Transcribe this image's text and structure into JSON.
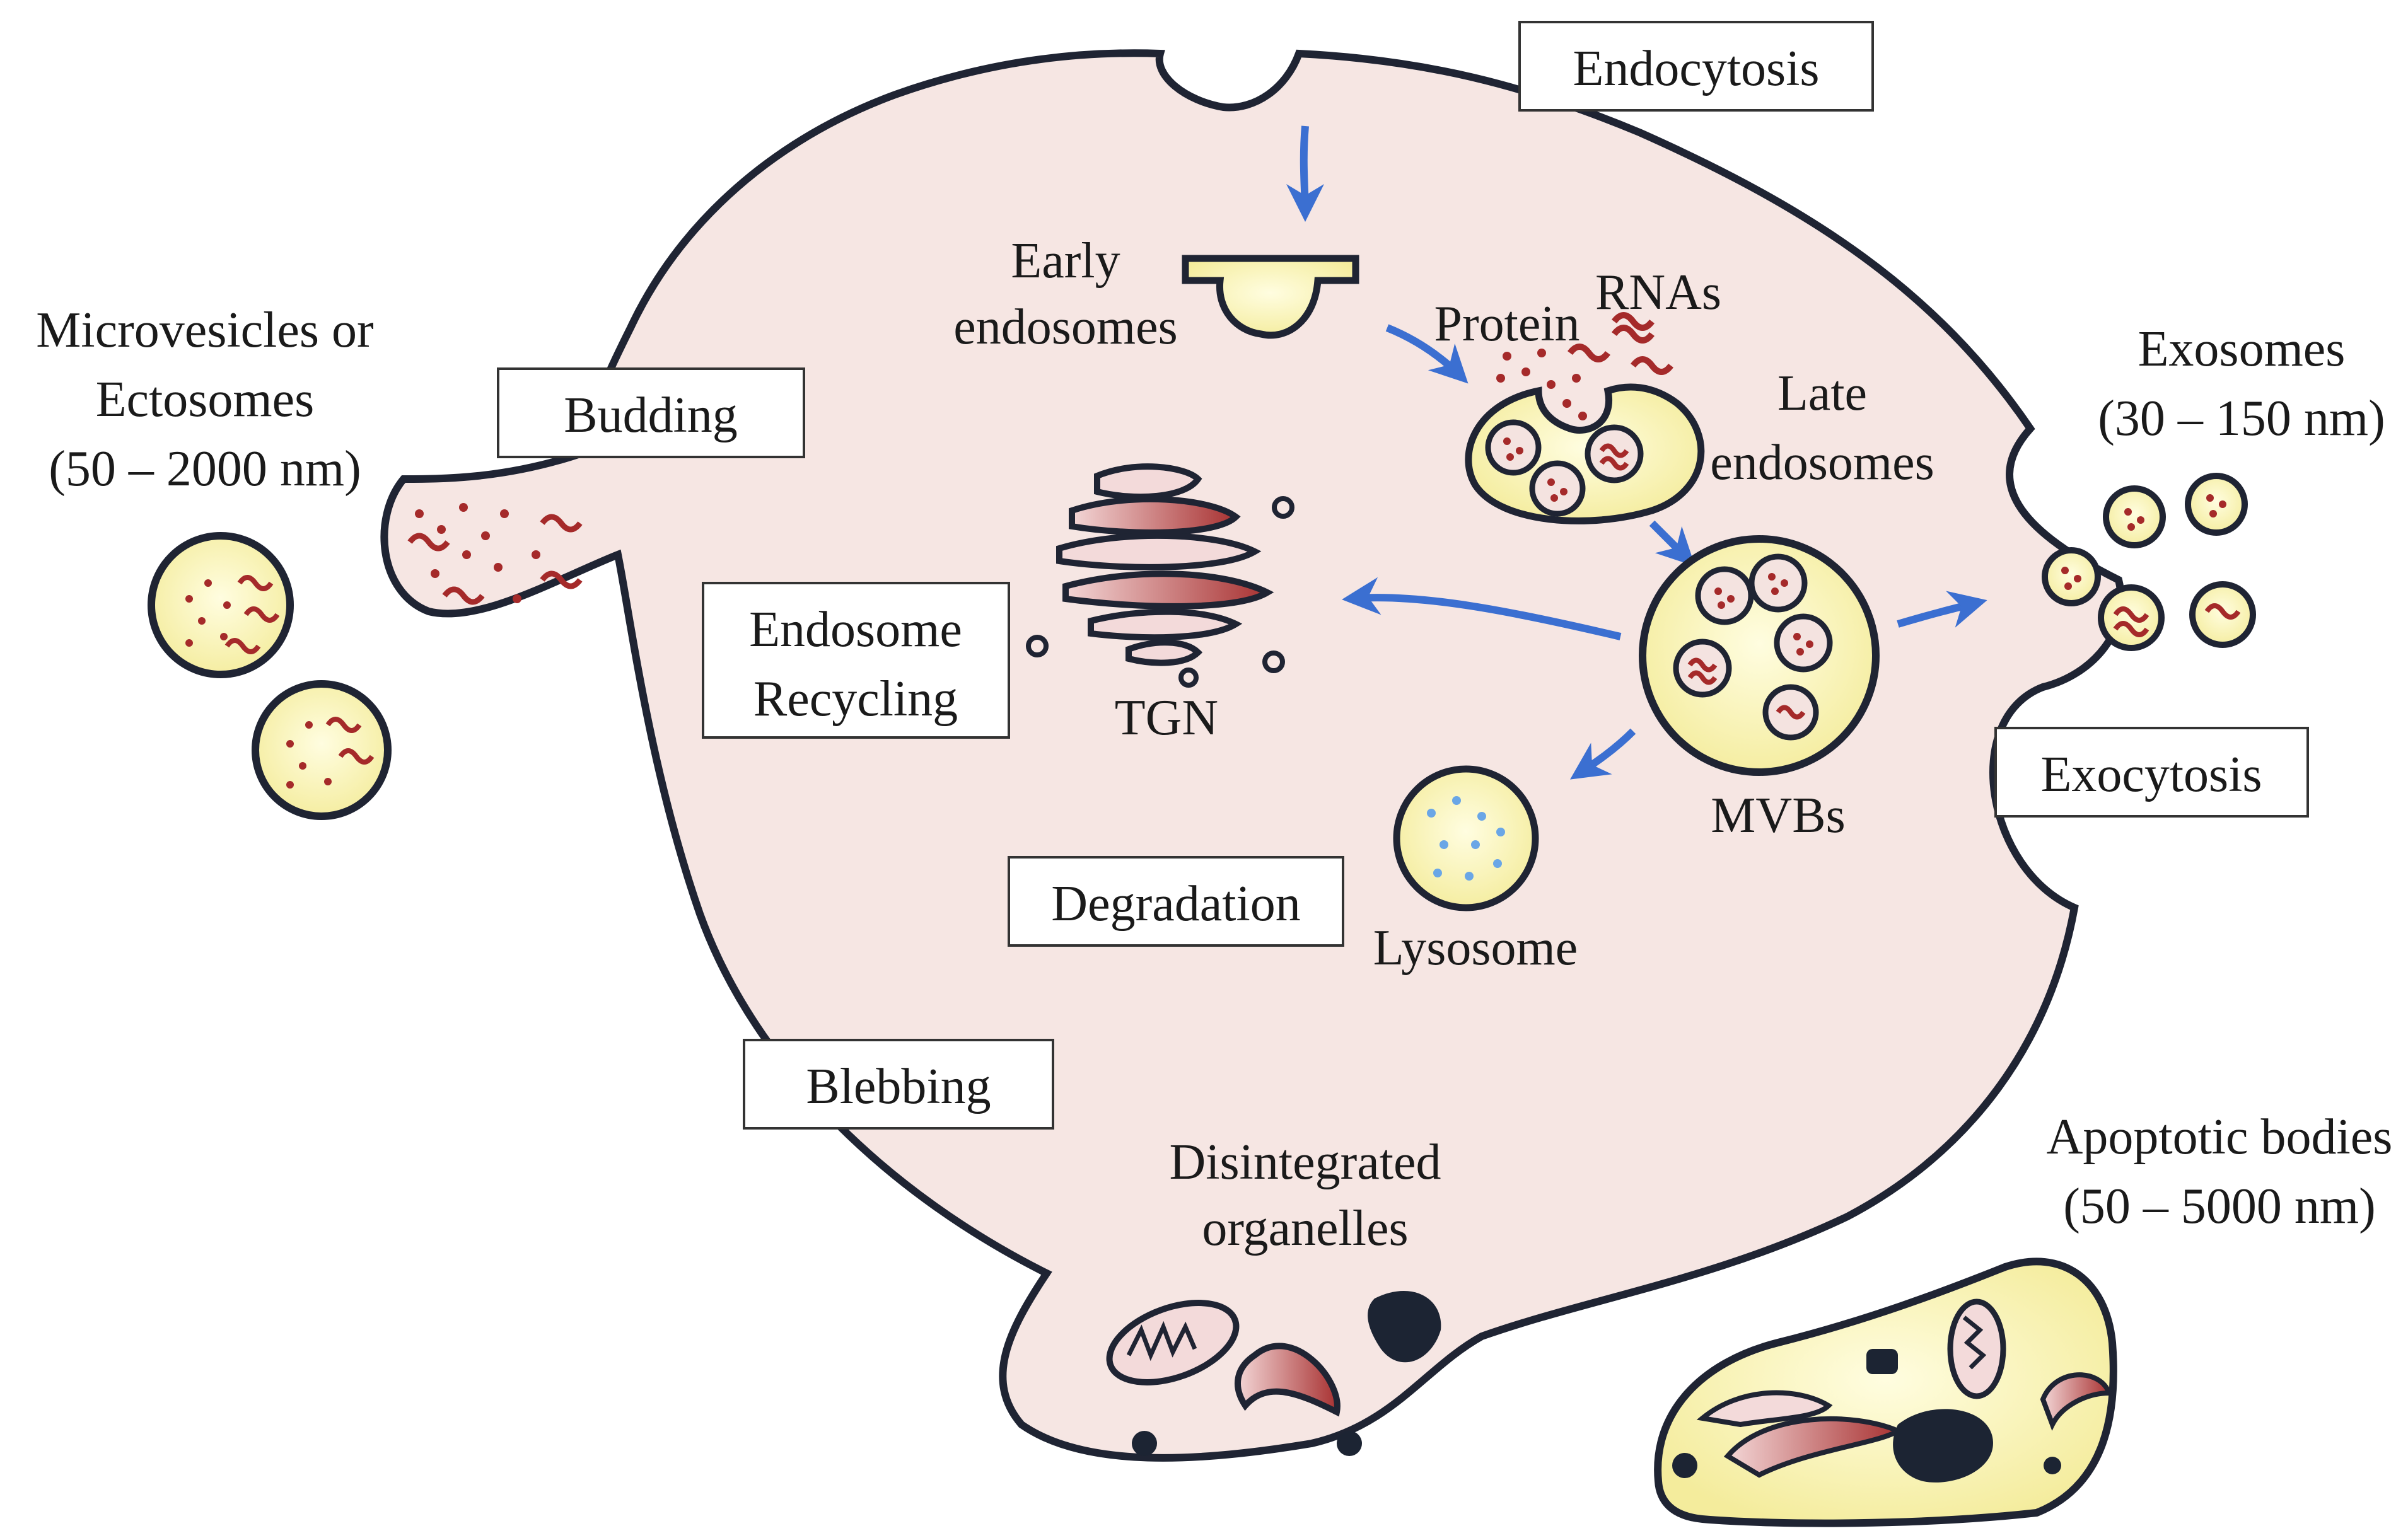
{
  "colors": {
    "cell_fill": "#f6e6e3",
    "outline": "#1f2433",
    "vesicle_fill": "#f8f3b4",
    "cargo": "#a52a2a",
    "arrow": "#3b6fd1",
    "lysosome_dot": "#6aa6e6",
    "dark_organelle": "#1c2433",
    "box_border": "#333333"
  },
  "boxes": {
    "endocytosis": "Endocytosis",
    "budding": "Budding",
    "endosome_recycling_1": "Endosome",
    "endosome_recycling_2": "Recycling",
    "degradation": "Degradation",
    "blebbing": "Blebbing",
    "exocytosis": "Exocytosis"
  },
  "labels": {
    "early_endosomes_1": "Early",
    "early_endosomes_2": "endosomes",
    "protein": "Protein",
    "rnas": "RNAs",
    "late_endosomes_1": "Late",
    "late_endosomes_2": "endosomes",
    "tgn": "TGN",
    "mvbs": "MVBs",
    "lysosome": "Lysosome",
    "disintegrated_1": "Disintegrated",
    "disintegrated_2": "organelles",
    "microvesicles_1": "Microvesicles or",
    "microvesicles_2": "Ectosomes",
    "microvesicles_3": "(50 – 2000 nm)",
    "exosomes_1": "Exosomes",
    "exosomes_2": "(30 – 150 nm)",
    "apoptotic_1": "Apoptotic bodies",
    "apoptotic_2": "(50 – 5000 nm)"
  }
}
